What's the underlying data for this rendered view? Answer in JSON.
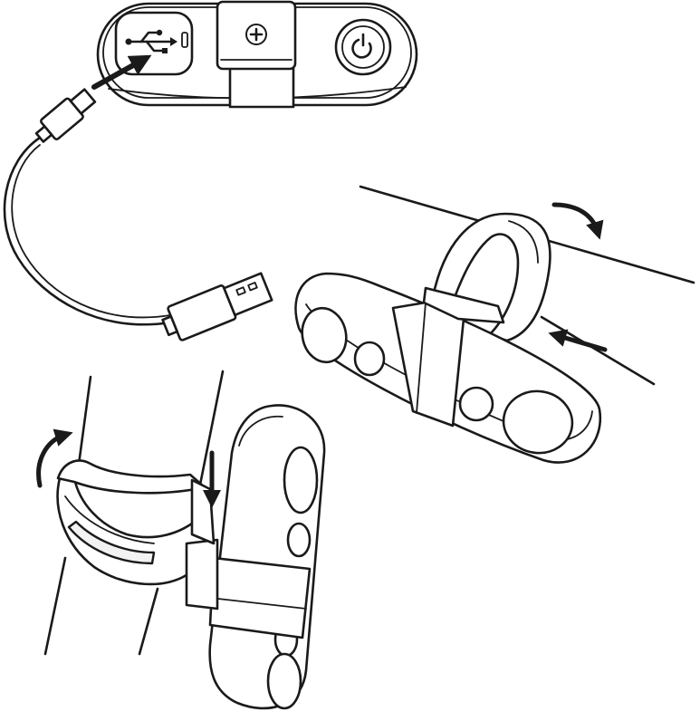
{
  "illustration": {
    "panels": [
      {
        "id": "charging",
        "icons": [
          "usb-symbol-icon",
          "screw-icon",
          "power-icon"
        ]
      },
      {
        "id": "handlebar-mount",
        "icons": [
          "rotate-arrow-icon",
          "push-arrow-icon"
        ]
      },
      {
        "id": "seatpost-mount",
        "icons": [
          "rotate-arrow-icon",
          "push-arrow-icon"
        ]
      }
    ],
    "colors": {
      "line": "#1a1a1a",
      "fill": "#ffffff",
      "shade": "#f2f2f2"
    }
  }
}
